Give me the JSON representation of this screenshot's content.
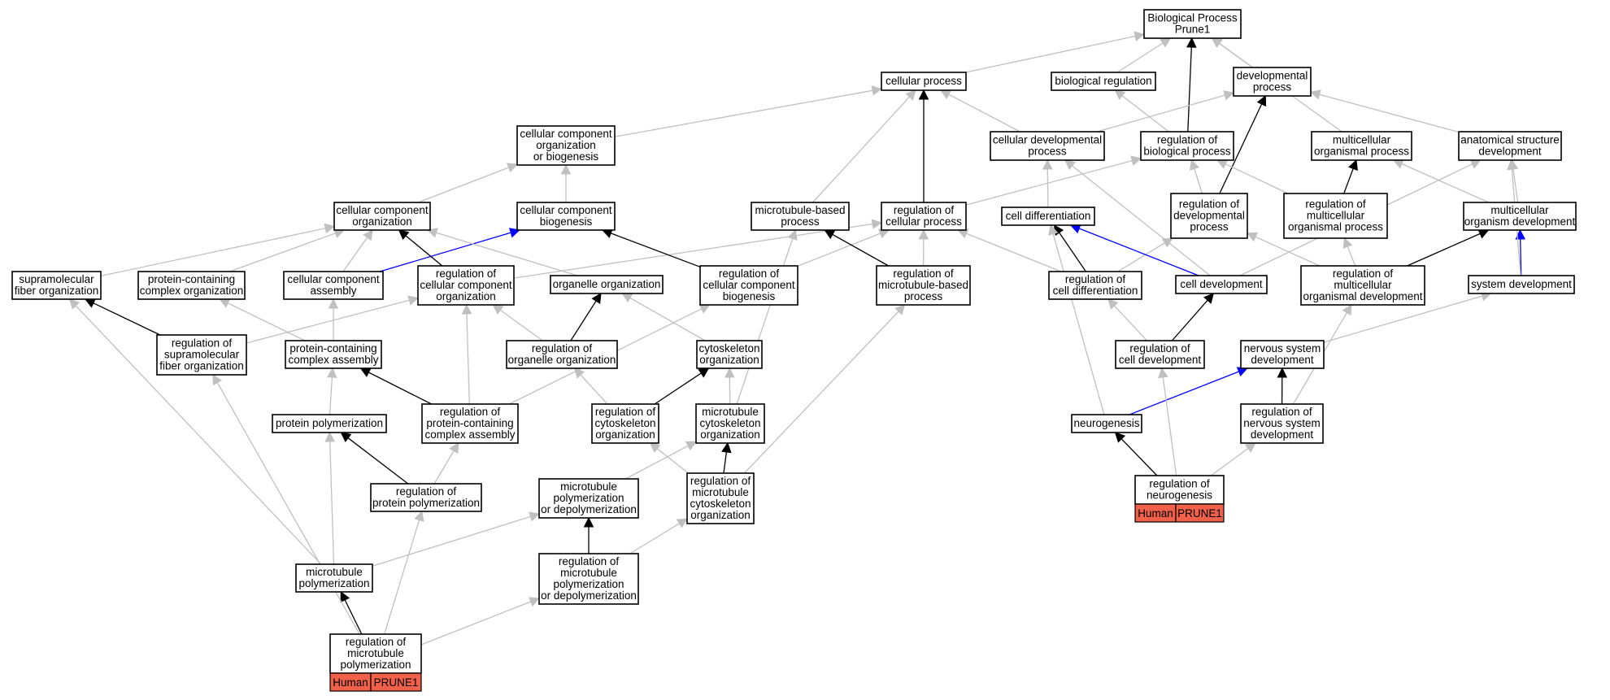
{
  "colors": {
    "is_a": "#c0c0c0",
    "regulates": "#000000",
    "part_of": "#0000ff",
    "annotation": "#f1614a"
  },
  "annotation_labels": [
    "Human",
    "PRUNE1"
  ],
  "nodes": [
    {
      "id": "bp",
      "lines": [
        "Biological Process",
        "Prune1"
      ]
    },
    {
      "id": "cp",
      "lines": [
        "cellular process"
      ]
    },
    {
      "id": "breg",
      "lines": [
        "biological regulation"
      ]
    },
    {
      "id": "devp",
      "lines": [
        "developmental",
        "process"
      ]
    },
    {
      "id": "ccob",
      "lines": [
        "cellular component",
        "organization",
        "or biogenesis"
      ]
    },
    {
      "id": "cdp",
      "lines": [
        "cellular developmental",
        "process"
      ]
    },
    {
      "id": "rbp",
      "lines": [
        "regulation of",
        "biological process"
      ]
    },
    {
      "id": "mop",
      "lines": [
        "multicellular",
        "organismal process"
      ]
    },
    {
      "id": "asd",
      "lines": [
        "anatomical structure",
        "development"
      ]
    },
    {
      "id": "cco",
      "lines": [
        "cellular component",
        "organization"
      ]
    },
    {
      "id": "ccb",
      "lines": [
        "cellular component",
        "biogenesis"
      ]
    },
    {
      "id": "mbp",
      "lines": [
        "microtubule-based",
        "process"
      ]
    },
    {
      "id": "rcp",
      "lines": [
        "regulation of",
        "cellular process"
      ]
    },
    {
      "id": "cdiff",
      "lines": [
        "cell differentiation"
      ]
    },
    {
      "id": "rdp",
      "lines": [
        "regulation of",
        "developmental",
        "process"
      ]
    },
    {
      "id": "rmop",
      "lines": [
        "regulation of",
        "multicellular",
        "organismal process"
      ]
    },
    {
      "id": "mod",
      "lines": [
        "multicellular",
        "organism development"
      ]
    },
    {
      "id": "sfo",
      "lines": [
        "supramolecular",
        "fiber organization"
      ]
    },
    {
      "id": "pcco",
      "lines": [
        "protein-containing",
        "complex organization"
      ]
    },
    {
      "id": "cca",
      "lines": [
        "cellular component",
        "assembly"
      ]
    },
    {
      "id": "rcco",
      "lines": [
        "regulation of",
        "cellular component",
        "organization"
      ]
    },
    {
      "id": "oo",
      "lines": [
        "organelle organization"
      ]
    },
    {
      "id": "rccb",
      "lines": [
        "regulation of",
        "cellular component",
        "biogenesis"
      ]
    },
    {
      "id": "rmbp",
      "lines": [
        "regulation of",
        "microtubule-based",
        "process"
      ]
    },
    {
      "id": "rcd",
      "lines": [
        "regulation of",
        "cell differentiation"
      ]
    },
    {
      "id": "cdev",
      "lines": [
        "cell development"
      ]
    },
    {
      "id": "rmod",
      "lines": [
        "regulation of",
        "multicellular",
        "organismal development"
      ]
    },
    {
      "id": "sd",
      "lines": [
        "system development"
      ]
    },
    {
      "id": "rsfo",
      "lines": [
        "regulation of",
        "supramolecular",
        "fiber organization"
      ]
    },
    {
      "id": "pcca",
      "lines": [
        "protein-containing",
        "complex assembly"
      ]
    },
    {
      "id": "roo",
      "lines": [
        "regulation of",
        "organelle organization"
      ]
    },
    {
      "id": "cso",
      "lines": [
        "cytoskeleton",
        "organization"
      ]
    },
    {
      "id": "rcdev",
      "lines": [
        "regulation of",
        "cell development"
      ]
    },
    {
      "id": "nsd",
      "lines": [
        "nervous system",
        "development"
      ]
    },
    {
      "id": "pp",
      "lines": [
        "protein polymerization"
      ]
    },
    {
      "id": "rpcca",
      "lines": [
        "regulation of",
        "protein-containing",
        "complex assembly"
      ]
    },
    {
      "id": "rcso",
      "lines": [
        "regulation of",
        "cytoskeleton",
        "organization"
      ]
    },
    {
      "id": "mcso",
      "lines": [
        "microtubule",
        "cytoskeleton",
        "organization"
      ]
    },
    {
      "id": "ng",
      "lines": [
        "neurogenesis"
      ]
    },
    {
      "id": "rnsd",
      "lines": [
        "regulation of",
        "nervous system",
        "development"
      ]
    },
    {
      "id": "rpp",
      "lines": [
        "regulation of",
        "protein polymerization"
      ]
    },
    {
      "id": "mpd",
      "lines": [
        "microtubule",
        "polymerization",
        "or depolymerization"
      ]
    },
    {
      "id": "rmcso",
      "lines": [
        "regulation of",
        "microtubule",
        "cytoskeleton",
        "organization"
      ]
    },
    {
      "id": "rng",
      "lines": [
        "regulation of",
        "neurogenesis"
      ],
      "annotated": true
    },
    {
      "id": "mp",
      "lines": [
        "microtubule",
        "polymerization"
      ]
    },
    {
      "id": "rmpd",
      "lines": [
        "regulation of",
        "microtubule",
        "polymerization",
        "or depolymerization"
      ]
    },
    {
      "id": "rmp",
      "lines": [
        "regulation of",
        "microtubule",
        "polymerization"
      ],
      "annotated": true
    }
  ],
  "edges": [
    {
      "from": "cp",
      "to": "bp",
      "type": "is_a"
    },
    {
      "from": "breg",
      "to": "bp",
      "type": "is_a"
    },
    {
      "from": "devp",
      "to": "bp",
      "type": "is_a"
    },
    {
      "from": "mop",
      "to": "bp",
      "type": "is_a"
    },
    {
      "from": "rbp",
      "to": "bp",
      "type": "regulates"
    },
    {
      "from": "rbp",
      "to": "breg",
      "type": "is_a"
    },
    {
      "from": "cdp",
      "to": "cp",
      "type": "is_a"
    },
    {
      "from": "cdp",
      "to": "devp",
      "type": "is_a"
    },
    {
      "from": "asd",
      "to": "devp",
      "type": "is_a"
    },
    {
      "from": "ccob",
      "to": "cp",
      "type": "is_a"
    },
    {
      "from": "cco",
      "to": "ccob",
      "type": "is_a"
    },
    {
      "from": "ccb",
      "to": "ccob",
      "type": "is_a"
    },
    {
      "from": "mbp",
      "to": "cp",
      "type": "is_a"
    },
    {
      "from": "rcp",
      "to": "cp",
      "type": "regulates"
    },
    {
      "from": "rcp",
      "to": "rbp",
      "type": "is_a"
    },
    {
      "from": "cdiff",
      "to": "cdp",
      "type": "is_a"
    },
    {
      "from": "rdp",
      "to": "rbp",
      "type": "is_a"
    },
    {
      "from": "rdp",
      "to": "devp",
      "type": "regulates"
    },
    {
      "from": "rmop",
      "to": "rbp",
      "type": "is_a"
    },
    {
      "from": "rmop",
      "to": "mop",
      "type": "regulates"
    },
    {
      "from": "mod",
      "to": "mop",
      "type": "is_a"
    },
    {
      "from": "mod",
      "to": "asd",
      "type": "is_a"
    },
    {
      "from": "sfo",
      "to": "cco",
      "type": "is_a"
    },
    {
      "from": "pcco",
      "to": "cco",
      "type": "is_a"
    },
    {
      "from": "cca",
      "to": "cco",
      "type": "is_a"
    },
    {
      "from": "cca",
      "to": "ccb",
      "type": "part_of"
    },
    {
      "from": "rcco",
      "to": "cco",
      "type": "regulates"
    },
    {
      "from": "rcco",
      "to": "rcp",
      "type": "is_a"
    },
    {
      "from": "oo",
      "to": "cco",
      "type": "is_a"
    },
    {
      "from": "rccb",
      "to": "ccb",
      "type": "regulates"
    },
    {
      "from": "rccb",
      "to": "rcp",
      "type": "is_a"
    },
    {
      "from": "rmbp",
      "to": "mbp",
      "type": "regulates"
    },
    {
      "from": "rmbp",
      "to": "rcp",
      "type": "is_a"
    },
    {
      "from": "rcd",
      "to": "cdiff",
      "type": "regulates"
    },
    {
      "from": "rcd",
      "to": "rcp",
      "type": "is_a"
    },
    {
      "from": "rcd",
      "to": "rdp",
      "type": "is_a"
    },
    {
      "from": "cdev",
      "to": "cdiff",
      "type": "part_of"
    },
    {
      "from": "cdev",
      "to": "cdp",
      "type": "is_a"
    },
    {
      "from": "cdev",
      "to": "asd",
      "type": "is_a"
    },
    {
      "from": "rmod",
      "to": "mod",
      "type": "regulates"
    },
    {
      "from": "rmod",
      "to": "rmop",
      "type": "is_a"
    },
    {
      "from": "rmod",
      "to": "rdp",
      "type": "is_a"
    },
    {
      "from": "sd",
      "to": "mod",
      "type": "part_of"
    },
    {
      "from": "sd",
      "to": "asd",
      "type": "is_a"
    },
    {
      "from": "rsfo",
      "to": "sfo",
      "type": "regulates"
    },
    {
      "from": "rsfo",
      "to": "rcco",
      "type": "is_a"
    },
    {
      "from": "pcca",
      "to": "pcco",
      "type": "is_a"
    },
    {
      "from": "pcca",
      "to": "cca",
      "type": "is_a"
    },
    {
      "from": "roo",
      "to": "oo",
      "type": "regulates"
    },
    {
      "from": "roo",
      "to": "rcco",
      "type": "is_a"
    },
    {
      "from": "cso",
      "to": "oo",
      "type": "is_a"
    },
    {
      "from": "rcdev",
      "to": "cdev",
      "type": "regulates"
    },
    {
      "from": "rcdev",
      "to": "rcd",
      "type": "is_a"
    },
    {
      "from": "nsd",
      "to": "sd",
      "type": "is_a"
    },
    {
      "from": "pp",
      "to": "pcca",
      "type": "is_a"
    },
    {
      "from": "rpcca",
      "to": "pcca",
      "type": "regulates"
    },
    {
      "from": "rpcca",
      "to": "rcco",
      "type": "is_a"
    },
    {
      "from": "rpcca",
      "to": "rccb",
      "type": "is_a"
    },
    {
      "from": "rcso",
      "to": "cso",
      "type": "regulates"
    },
    {
      "from": "rcso",
      "to": "roo",
      "type": "is_a"
    },
    {
      "from": "mcso",
      "to": "cso",
      "type": "is_a"
    },
    {
      "from": "mcso",
      "to": "mbp",
      "type": "is_a"
    },
    {
      "from": "ng",
      "to": "nsd",
      "type": "part_of"
    },
    {
      "from": "ng",
      "to": "cdiff",
      "type": "is_a"
    },
    {
      "from": "rnsd",
      "to": "nsd",
      "type": "regulates"
    },
    {
      "from": "rnsd",
      "to": "rmod",
      "type": "is_a"
    },
    {
      "from": "rpp",
      "to": "pp",
      "type": "regulates"
    },
    {
      "from": "rpp",
      "to": "rpcca",
      "type": "is_a"
    },
    {
      "from": "mpd",
      "to": "mcso",
      "type": "is_a"
    },
    {
      "from": "rmcso",
      "to": "mcso",
      "type": "regulates"
    },
    {
      "from": "rmcso",
      "to": "rcso",
      "type": "is_a"
    },
    {
      "from": "rmcso",
      "to": "rmbp",
      "type": "is_a"
    },
    {
      "from": "rng",
      "to": "ng",
      "type": "regulates"
    },
    {
      "from": "rng",
      "to": "rnsd",
      "type": "is_a"
    },
    {
      "from": "rng",
      "to": "rcdev",
      "type": "is_a"
    },
    {
      "from": "mp",
      "to": "sfo",
      "type": "is_a"
    },
    {
      "from": "mp",
      "to": "pp",
      "type": "is_a"
    },
    {
      "from": "mp",
      "to": "mpd",
      "type": "is_a"
    },
    {
      "from": "rmpd",
      "to": "mpd",
      "type": "regulates"
    },
    {
      "from": "rmpd",
      "to": "rmcso",
      "type": "is_a"
    },
    {
      "from": "rmp",
      "to": "mp",
      "type": "regulates"
    },
    {
      "from": "rmp",
      "to": "rsfo",
      "type": "is_a"
    },
    {
      "from": "rmp",
      "to": "rpp",
      "type": "is_a"
    },
    {
      "from": "rmp",
      "to": "rmpd",
      "type": "is_a"
    }
  ]
}
